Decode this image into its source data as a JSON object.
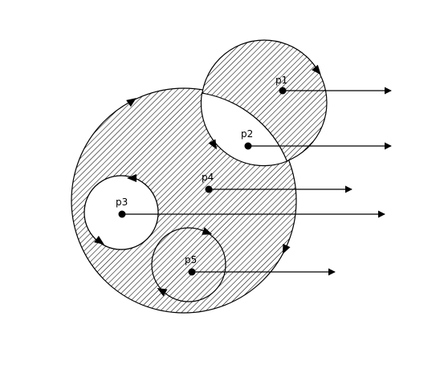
{
  "points": [
    {
      "id": "p1",
      "label": "p1"
    },
    {
      "id": "p2",
      "label": "p2"
    },
    {
      "id": "p3",
      "label": "p3"
    },
    {
      "id": "p4",
      "label": "p4"
    },
    {
      "id": "p5",
      "label": "p5"
    }
  ],
  "colors": {
    "stroke": "#000000",
    "background": "#ffffff",
    "hole": "#ffffff"
  }
}
